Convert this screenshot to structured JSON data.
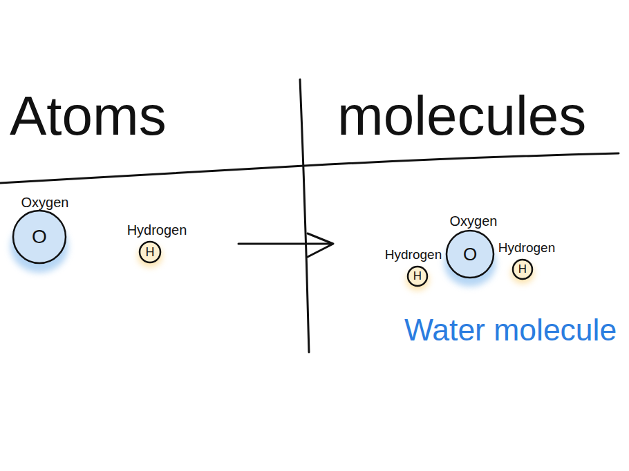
{
  "diagram": {
    "nodes": [
      {
        "text": [
          "O",
          "Oxygen"
        ]
      },
      {
        "text": [
          "H",
          "Hydrogen"
        ]
      },
      {
        "text": [
          "O",
          "Oxygen"
        ]
      },
      {
        "text": [
          "H",
          "Hydrogen"
        ]
      },
      {
        "text": [
          "H",
          "Hydrogen"
        ]
      }
    ],
    "labels": [
      "Atoms",
      "molecules",
      "Water molecule"
    ]
  }
}
